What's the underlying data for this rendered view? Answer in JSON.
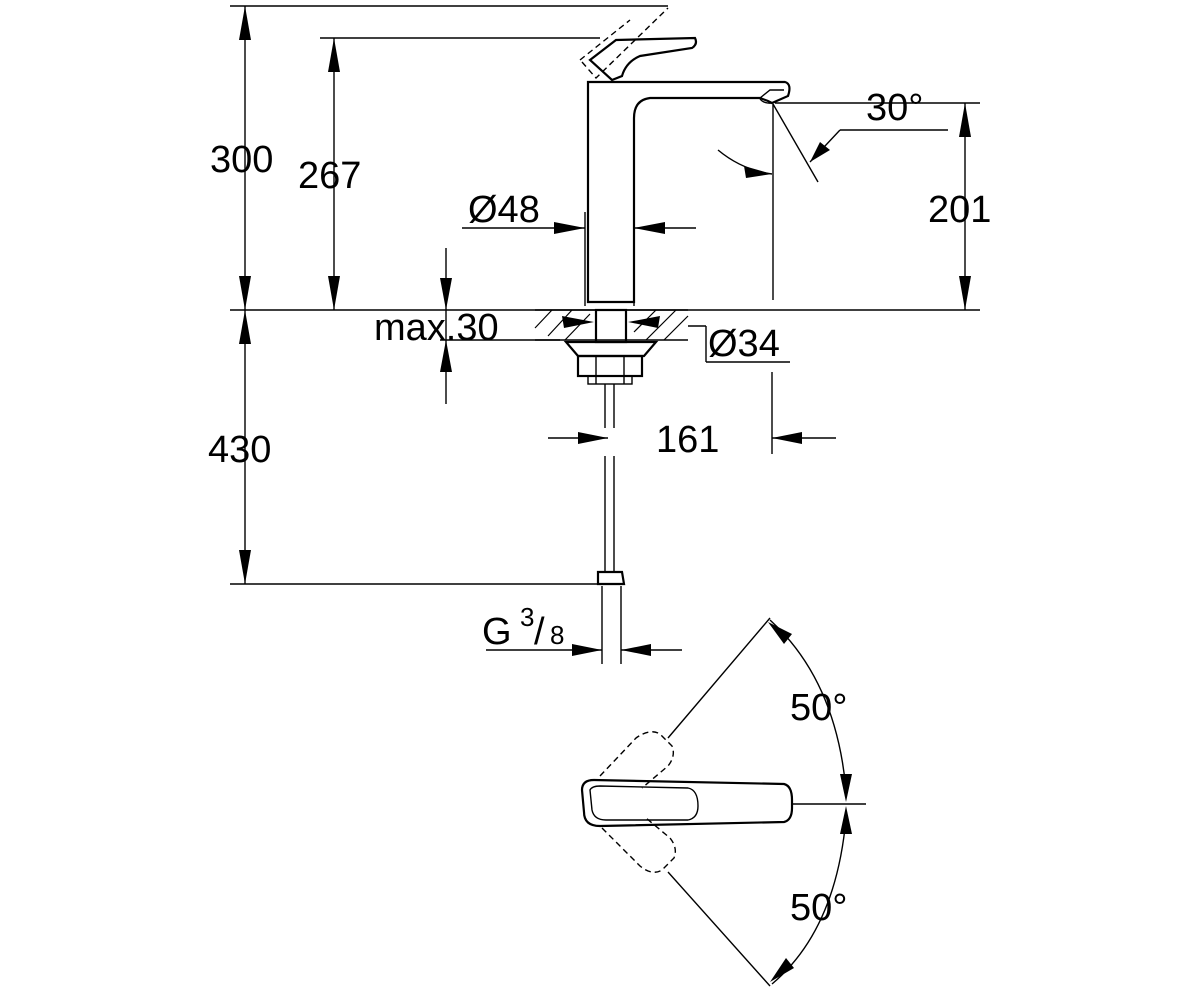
{
  "dimensions": {
    "total_height": "300",
    "spout_height": "267",
    "outlet_height": "201",
    "spout_angle": "30°",
    "body_diameter": "Ø48",
    "hole_diameter": "Ø34",
    "max_deck": "max.30",
    "hose_length": "430",
    "projection": "161",
    "thread_g": "G",
    "thread_num": "3",
    "thread_den": "8",
    "lever_angle_top": "50°",
    "lever_angle_bottom": "50°"
  },
  "colors": {
    "ink": "#000000",
    "background": "#ffffff"
  }
}
